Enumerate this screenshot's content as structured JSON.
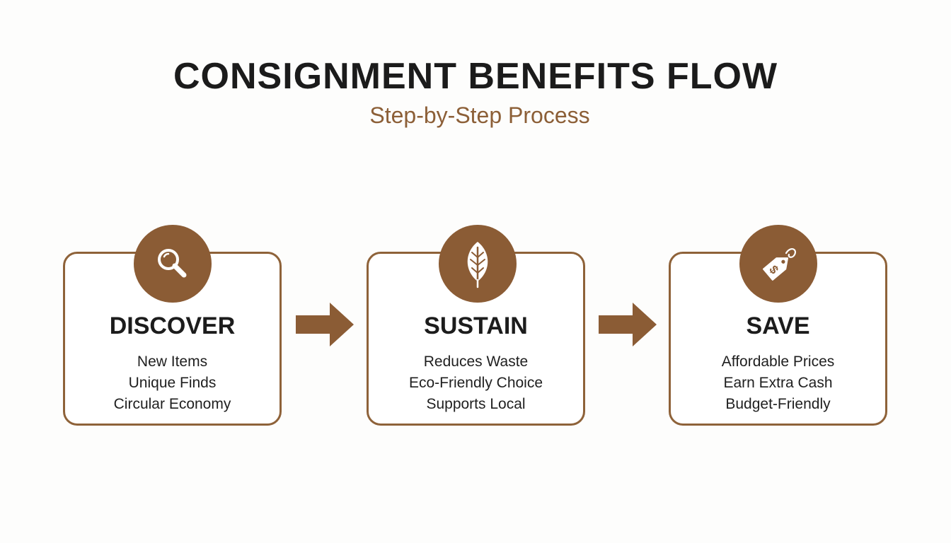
{
  "title": "CONSIGNMENT BENEFITS FLOW",
  "subtitle": "Step-by-Step Process",
  "colors": {
    "accent": "#8b5c35",
    "subtitle": "#8c5f37",
    "text": "#1c1c1c",
    "background": "#fdfdfc"
  },
  "steps": [
    {
      "icon": "magnifier-icon",
      "title": "DISCOVER",
      "lines": [
        "New Items",
        "Unique Finds",
        "Circular Economy"
      ]
    },
    {
      "icon": "leaf-icon",
      "title": "SUSTAIN",
      "lines": [
        "Reduces Waste",
        "Eco-Friendly Choice",
        "Supports Local"
      ]
    },
    {
      "icon": "price-tag-icon",
      "title": "SAVE",
      "lines": [
        "Affordable Prices",
        "Earn Extra Cash",
        "Budget-Friendly"
      ]
    }
  ],
  "arrows": [
    "arrow-right-icon",
    "arrow-right-icon"
  ]
}
